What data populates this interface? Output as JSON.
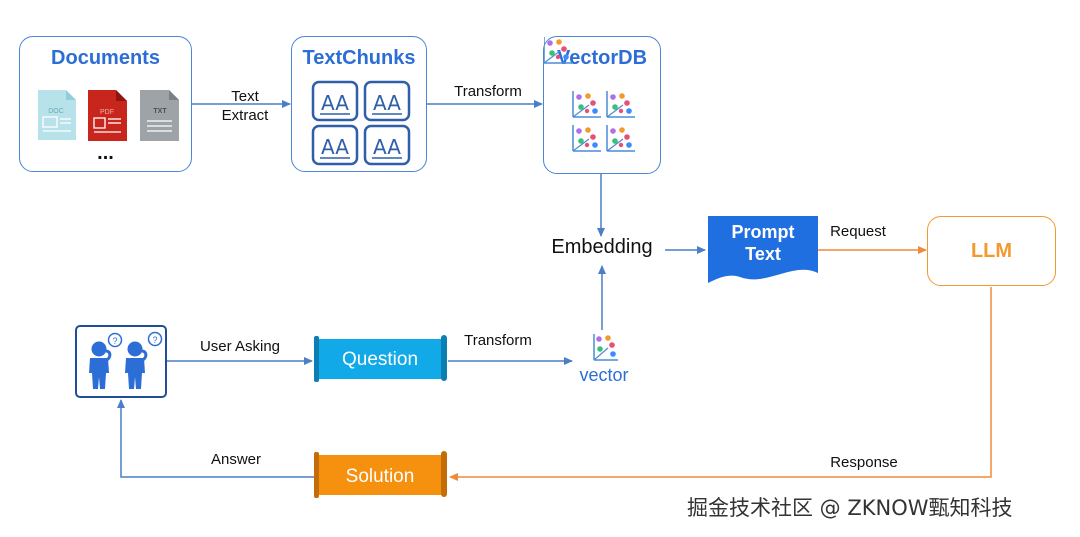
{
  "nodes": {
    "documents": {
      "title": "Documents",
      "ellipsis": "...",
      "file_tags": [
        "DOC",
        "PDF",
        "TXT"
      ]
    },
    "textchunks": {
      "title": "TextChunks",
      "glyph": "AA"
    },
    "vectordb": {
      "title": "VectorDB"
    },
    "embedding": {
      "label": "Embedding"
    },
    "prompt": {
      "line1": "Prompt",
      "line2": "Text"
    },
    "llm": {
      "label": "LLM"
    },
    "question": {
      "label": "Question"
    },
    "vector": {
      "label": "vector"
    },
    "solution": {
      "label": "Solution"
    }
  },
  "edges": {
    "text_extract_1": "Text",
    "text_extract_2": "Extract",
    "transform_top": "Transform",
    "request": "Request",
    "user_asking": "User Asking",
    "transform_bottom": "Transform",
    "response": "Response",
    "answer": "Answer"
  },
  "watermark": "掘金技术社区 @ ZKNOW甄知科技",
  "colors": {
    "blue_accent": "#2c6ed5",
    "box_border": "#4a86d6",
    "prompt_fill": "#1f6fe0",
    "question_fill": "#12a9e8",
    "solution_fill": "#f5910f",
    "llm_orange": "#f29a2e",
    "edge_blue": "#4a7fc6",
    "edge_orange": "#ef8a3a"
  }
}
